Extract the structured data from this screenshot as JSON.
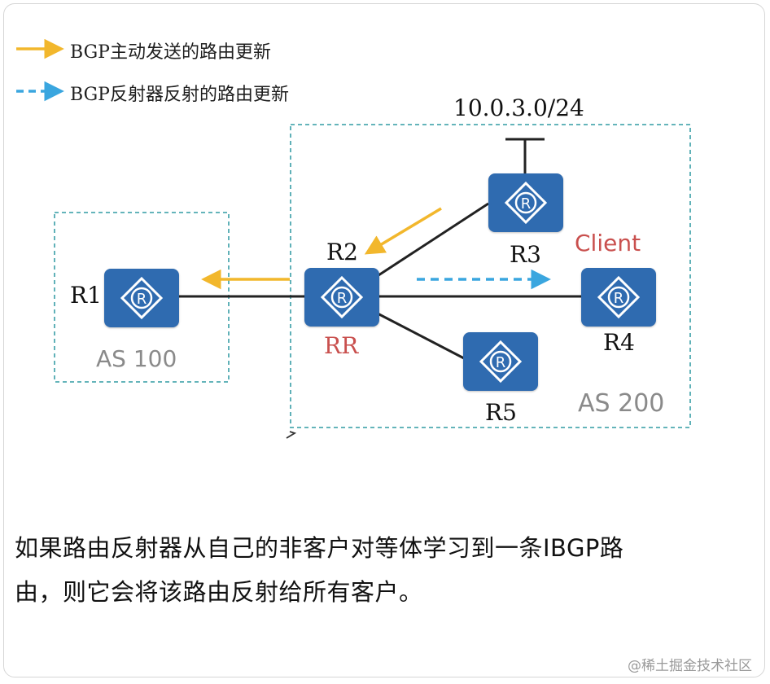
{
  "legend": {
    "active_update": "BGP主动发送的路由更新",
    "reflected_update": "BGP反射器反射的路由更新"
  },
  "network": {
    "prefix": "10.0.3.0/24"
  },
  "routers": {
    "r1": "R1",
    "r2": "R2",
    "r3": "R3",
    "r4": "R4",
    "r5": "R5",
    "r2_role": "RR",
    "r4_role": "Client"
  },
  "as_areas": {
    "as100": "AS 100",
    "as200": "AS 200"
  },
  "caption": {
    "line1": "如果路由反射器从自己的非客户对等体学习到一条IBGP路",
    "line2": "由，则它会将该路由反射给所有客户。"
  },
  "watermark": "@稀土掘金技术社区",
  "colors": {
    "router_fill": "#2f6bb0",
    "active_arrow": "#f2b72c",
    "reflected_arrow": "#3aa6df",
    "as_border": "#4fa9b0",
    "role_text": "#c9504e"
  },
  "icons": {
    "router": "router-icon"
  }
}
